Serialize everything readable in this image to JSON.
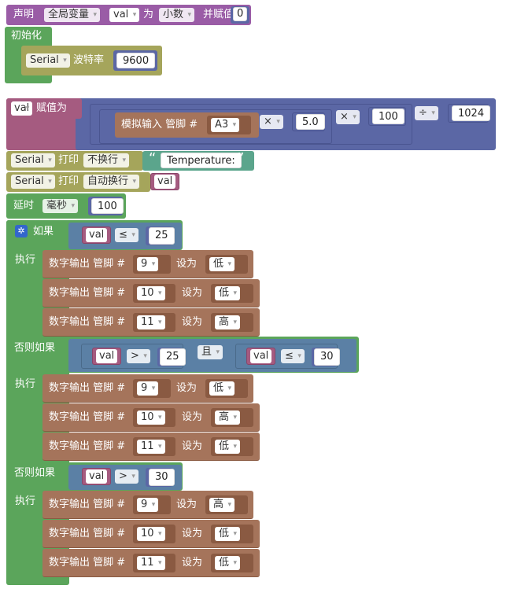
{
  "declare": {
    "label": "声明",
    "scope": "全局变量",
    "var": "val",
    "as": "为",
    "type": "小数",
    "assign": "并赋值",
    "value": "0"
  },
  "init": {
    "label": "初始化",
    "serial": "Serial",
    "baud_label": "波特率",
    "baud": "9600"
  },
  "assign": {
    "var": "val",
    "label": "赋值为",
    "analog": "模拟输入 管脚 #",
    "pin": "A3",
    "mul1": "×",
    "v1": "5.0",
    "mul2": "×",
    "v2": "100",
    "div": "÷",
    "v3": "1024"
  },
  "print1": {
    "serial": "Serial",
    "print": "打印",
    "mode": "不换行",
    "text": "Temperature:"
  },
  "print2": {
    "serial": "Serial",
    "print": "打印",
    "mode": "自动换行",
    "var": "val"
  },
  "delay": {
    "label": "延时",
    "unit": "毫秒",
    "value": "100"
  },
  "if": {
    "if_label": "如果",
    "do_label": "执行",
    "elseif_label": "否则如果",
    "cond1": {
      "var": "val",
      "op": "≤",
      "num": "25"
    },
    "cond2": {
      "var1": "val",
      "op1": ">",
      "num1": "25",
      "and": "且",
      "var2": "val",
      "op2": "≤",
      "num2": "30"
    },
    "cond3": {
      "var": "val",
      "op": ">",
      "num": "30"
    }
  },
  "dw": {
    "label": "数字输出 管脚 #",
    "set": "设为"
  },
  "branches": [
    [
      {
        "pin": "9",
        "level": "低"
      },
      {
        "pin": "10",
        "level": "低"
      },
      {
        "pin": "11",
        "level": "高"
      }
    ],
    [
      {
        "pin": "9",
        "level": "低"
      },
      {
        "pin": "10",
        "level": "高"
      },
      {
        "pin": "11",
        "level": "低"
      }
    ],
    [
      {
        "pin": "9",
        "level": "高"
      },
      {
        "pin": "10",
        "level": "低"
      },
      {
        "pin": "11",
        "level": "低"
      }
    ]
  ],
  "colors": {
    "purple": "#9a5ca6",
    "green": "#5ba55b",
    "olive": "#a5a55b",
    "indigo": "#5b67a5",
    "brown": "#a5745b",
    "pink": "#a55b80",
    "teal": "#5ba58c",
    "blue": "#5b80a5"
  }
}
